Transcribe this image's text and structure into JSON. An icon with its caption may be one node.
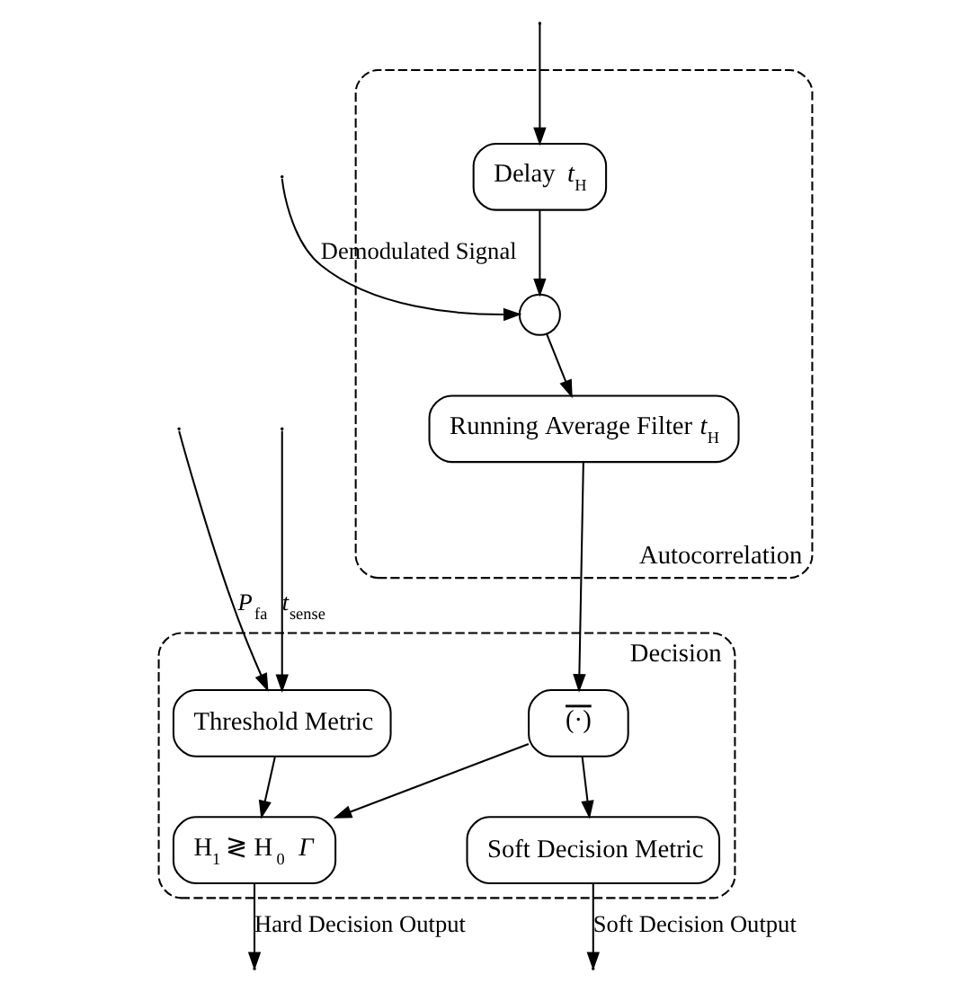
{
  "diagram": {
    "nodes": [
      {
        "text": [
          "Autocorrelation"
        ]
      },
      {
        "text": [
          "Delay *t*$_{H}$"
        ],
        "in": 0
      },
      {
        "text": [],
        "shape": "circle",
        "in": 0
      },
      {
        "text": [
          "Running Average Filter *t*$_{H}$"
        ],
        "in": 0
      },
      {
        "text": [
          "Decision"
        ]
      },
      {
        "text": [
          "(·)"
        ],
        "in": 4
      },
      {
        "text": [
          "Soft Decision Metric"
        ],
        "in": 4
      },
      {
        "text": [
          "H$_{1}$ ≷ H$_{0}$ *Γ*"
        ],
        "in": 4
      },
      {
        "text": [
          "Threshold Metric"
        ],
        "in": 4
      }
    ],
    "edges": [
      {
        "from": null,
        "to": 2,
        "arrow": "to",
        "label": "Demodulated Signal"
      },
      {
        "from": null,
        "to": 1,
        "arrow": "to"
      },
      {
        "from": 1,
        "to": 2,
        "arrow": "to"
      },
      {
        "from": 2,
        "to": 3,
        "arrow": "to"
      },
      {
        "from": 3,
        "to": 5,
        "arrow": "to"
      },
      {
        "from": 5,
        "to": 6,
        "arrow": "to"
      },
      {
        "from": 5,
        "to": 7,
        "arrow": "to"
      },
      {
        "from": 8,
        "to": 7,
        "arrow": "to"
      },
      {
        "from": null,
        "to": 8,
        "arrow": "to",
        "label": "*P*$_{fa}$"
      },
      {
        "from": null,
        "to": 8,
        "arrow": "to",
        "label": "*t*$_{sense}$"
      },
      {
        "from": 6,
        "to": null,
        "arrow": "to",
        "label": "Soft Decision Output"
      },
      {
        "from": 7,
        "to": null,
        "arrow": "to",
        "label": "Hard Decision Output"
      }
    ]
  }
}
